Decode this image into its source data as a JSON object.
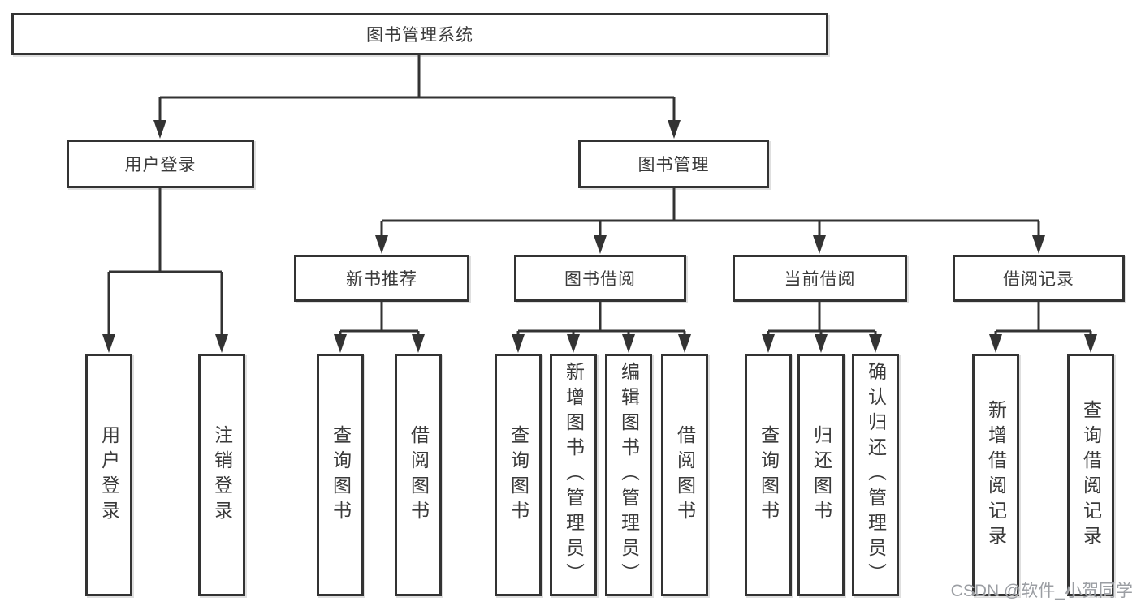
{
  "diagram": {
    "root": {
      "label": "图书管理系统"
    },
    "branches": [
      {
        "label": "用户登录",
        "children": [
          {
            "label": "用户登录"
          },
          {
            "label": "注销登录"
          }
        ]
      },
      {
        "label": "图书管理",
        "children": [
          {
            "label": "新书推荐",
            "children": [
              {
                "label": "查询图书"
              },
              {
                "label": "借阅图书"
              }
            ]
          },
          {
            "label": "图书借阅",
            "children": [
              {
                "label": "查询图书"
              },
              {
                "label": "新增图书（管理员）"
              },
              {
                "label": "编辑图书（管理员）"
              },
              {
                "label": "借阅图书"
              }
            ]
          },
          {
            "label": "当前借阅",
            "children": [
              {
                "label": "查询图书"
              },
              {
                "label": "归还图书"
              },
              {
                "label": "确认归还（管理员）"
              }
            ]
          },
          {
            "label": "借阅记录",
            "children": [
              {
                "label": "新增借阅记录"
              },
              {
                "label": "查询借阅记录"
              }
            ]
          }
        ]
      }
    ],
    "watermark": "CSDN @软件_小贺同学",
    "colors": {
      "line": "#333333",
      "text": "#3a3a3a",
      "background": "#ffffff",
      "watermark": "#96999e"
    }
  }
}
